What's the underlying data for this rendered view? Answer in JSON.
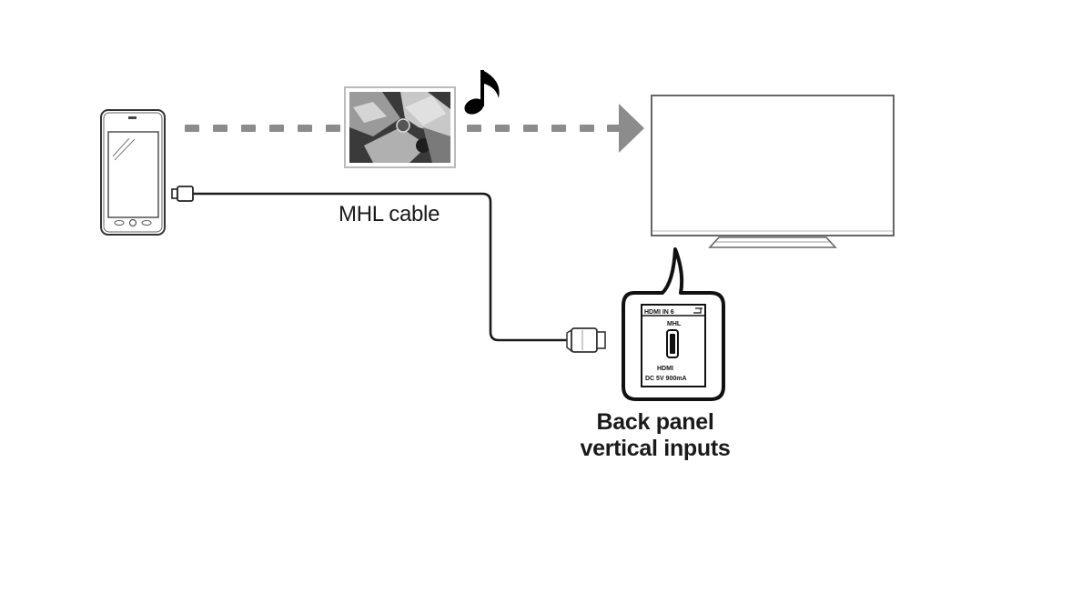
{
  "diagram": {
    "cable_label": "MHL cable",
    "panel_label_line1": "Back panel",
    "panel_label_line2": "vertical inputs",
    "port_panel": {
      "header": "HDMI IN 6",
      "port_label": "MHL",
      "port_type": "HDMI",
      "power_rating": "DC 5V 900mA"
    },
    "devices": [
      "smartphone",
      "tv"
    ],
    "media": [
      "photo",
      "music-note"
    ],
    "colors": {
      "line": "#1a1a1a",
      "dashed_arrow": "#8c8c8c",
      "background": "#ffffff"
    }
  }
}
